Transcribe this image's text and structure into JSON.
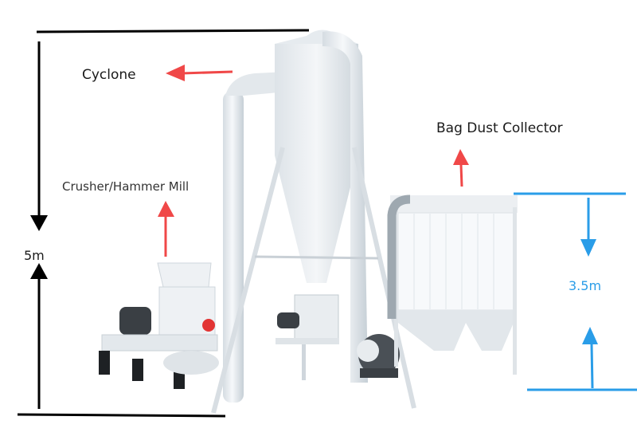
{
  "labels": {
    "cyclone": "Cyclone",
    "crusher": "Crusher/Hammer Mill",
    "bag_dust_collector": "Bag Dust Collector",
    "total_height": "5m",
    "collector_height": "3.5m"
  },
  "colors": {
    "callout_arrow": "#f04848",
    "dimension_black": "#000000",
    "dimension_blue": "#2a9de8",
    "machine_white": "#eef1f4",
    "machine_shade": "#cfd6dc",
    "motor_dark": "#3a3f44"
  },
  "components": [
    {
      "name": "Cyclone"
    },
    {
      "name": "Crusher/Hammer Mill"
    },
    {
      "name": "Bag Dust Collector"
    }
  ]
}
